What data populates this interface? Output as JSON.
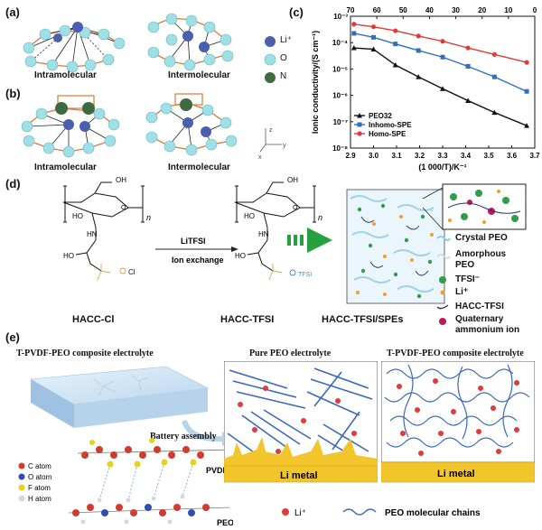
{
  "panel_a": {
    "label": "(a)",
    "left_caption": "Intramolecular",
    "right_caption": "Intermolecular",
    "legend": [
      {
        "symbol": "Li⁺",
        "color": "#4a5fae"
      },
      {
        "symbol": "O",
        "color": "#9fe0e6"
      },
      {
        "symbol": "N",
        "color": "#3e6a3f"
      }
    ]
  },
  "panel_b": {
    "label": "(b)",
    "left_caption": "Intramolecular",
    "right_caption": "Intermolecular",
    "axes": {
      "z": "z",
      "y": "y",
      "x": "x"
    }
  },
  "panel_c": {
    "label": "(c)"
  },
  "chart_data": {
    "type": "line",
    "xlabel": "(1 000/T)/K⁻¹",
    "ylabel": "Ionic conductivity/(S cm⁻¹)",
    "x_ticks": [
      "2.9",
      "3.0",
      "3.1",
      "3.2",
      "3.3",
      "3.4",
      "3.5",
      "3.6",
      "3.7"
    ],
    "xlim": [
      2.9,
      3.7
    ],
    "top_ticks": [
      "70",
      "60",
      "50",
      "40",
      "30",
      "20",
      "10",
      "0"
    ],
    "y_ticks": [
      "10⁻⁸",
      "10⁻⁷",
      "10⁻⁶",
      "10⁻⁵",
      "10⁻⁴",
      "10⁻³"
    ],
    "ylim_log10": [
      -8,
      -3
    ],
    "series": [
      {
        "name": "PEO32",
        "color": "#111111",
        "marker": "triangle",
        "x": [
          2.915,
          3.0,
          3.095,
          3.195,
          3.3,
          3.41,
          3.525,
          3.665
        ],
        "y_log10": [
          -4.2,
          -4.25,
          -4.85,
          -5.3,
          -5.75,
          -6.2,
          -6.65,
          -7.15
        ]
      },
      {
        "name": "Inhomo-SPE",
        "color": "#2f6fc0",
        "marker": "square",
        "x": [
          2.915,
          3.0,
          3.095,
          3.195,
          3.3,
          3.41,
          3.525,
          3.665
        ],
        "y_log10": [
          -3.65,
          -3.8,
          -4.05,
          -4.3,
          -4.55,
          -4.9,
          -5.3,
          -5.85
        ]
      },
      {
        "name": "Homo-SPE",
        "color": "#e23a3a",
        "marker": "circle",
        "x": [
          2.915,
          3.0,
          3.095,
          3.195,
          3.3,
          3.41,
          3.525,
          3.665
        ],
        "y_log10": [
          -3.3,
          -3.4,
          -3.55,
          -3.75,
          -3.95,
          -4.2,
          -4.45,
          -4.75
        ]
      }
    ],
    "legend_position": "bottom-left"
  },
  "panel_d": {
    "label": "(d)",
    "arrow_top": "LiTFSI",
    "arrow_bottom": "Ion exchange",
    "cl_label": "Cl",
    "tfsi_label": "TFSI",
    "n_label": "n",
    "oh_label": "OH",
    "ho_label": "HO",
    "hn_label": "HN",
    "o_label": "O",
    "captions": [
      "HACC-Cl",
      "HACC-TFSI",
      "HACC-TFSI/SPEs"
    ],
    "legend": [
      {
        "text": "Crystal PEO",
        "color": "#8fd0ea"
      },
      {
        "text": "Amorphous PEO",
        "color": "#c9d7ea"
      },
      {
        "text": "TFSI⁻",
        "color": "#2f9d4a"
      },
      {
        "text": "Li⁺",
        "color": "#f0a030"
      },
      {
        "text": "HACC-TFSI",
        "color": "#2b2f7a"
      },
      {
        "text": "Quaternary ammonium ion",
        "color": "#c2185b"
      }
    ]
  },
  "panel_e": {
    "label": "(e)",
    "title_left": "T-PVDF-PEO composite electrolyte",
    "title_mid": "Pure PEO electrolyte",
    "title_right": "T-PVDF-PEO composite electrolyte",
    "assembly": "Battery assembly",
    "li_metal": "Li metal",
    "pvdf": "PVDF",
    "peo": "PEO",
    "atoms": [
      {
        "text": "C atom",
        "color": "#d23b2e"
      },
      {
        "text": "O atom",
        "color": "#2f4fb0"
      },
      {
        "text": "F atom",
        "color": "#e6d21a"
      },
      {
        "text": "H atom",
        "color": "#d8d8d8"
      }
    ],
    "legend_li": "Li⁺",
    "legend_chain": "PEO molecular chains"
  }
}
